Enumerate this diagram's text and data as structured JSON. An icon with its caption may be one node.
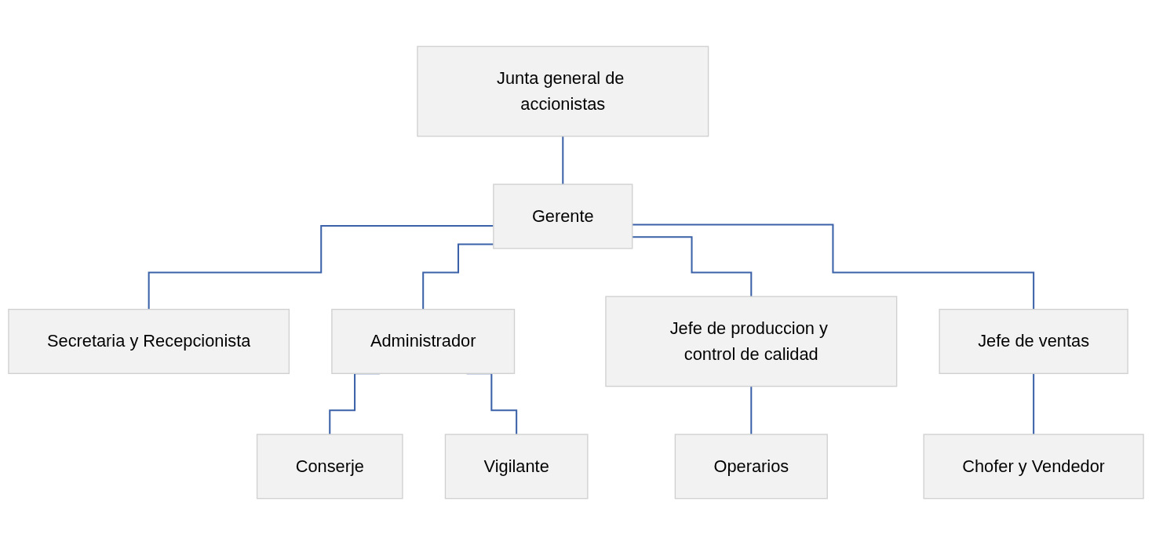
{
  "diagram": {
    "nodes": [
      {
        "text": [
          "Junta general de accionistas"
        ]
      },
      {
        "text": [
          "Gerente"
        ]
      },
      {
        "text": [
          "Secretaria y Recepcionista"
        ]
      },
      {
        "text": [
          "Administrador"
        ]
      },
      {
        "text": [
          "Jefe de produccion y control de calidad"
        ]
      },
      {
        "text": [
          "Jefe de ventas"
        ]
      },
      {
        "text": [
          "Conserje"
        ]
      },
      {
        "text": [
          "Vigilante"
        ]
      },
      {
        "text": [
          "Operarios"
        ]
      },
      {
        "text": [
          "Chofer y Vendedor"
        ]
      }
    ],
    "edges": [
      {
        "from": 0,
        "to": 1,
        "arrow": "none"
      },
      {
        "from": 1,
        "to": 2,
        "arrow": "none"
      },
      {
        "from": 1,
        "to": 3,
        "arrow": "none"
      },
      {
        "from": 1,
        "to": 4,
        "arrow": "none"
      },
      {
        "from": 1,
        "to": 5,
        "arrow": "none"
      },
      {
        "from": 3,
        "to": 6,
        "arrow": "none"
      },
      {
        "from": 3,
        "to": 7,
        "arrow": "none"
      },
      {
        "from": 4,
        "to": 8,
        "arrow": "none"
      },
      {
        "from": 5,
        "to": 9,
        "arrow": "none"
      }
    ]
  }
}
